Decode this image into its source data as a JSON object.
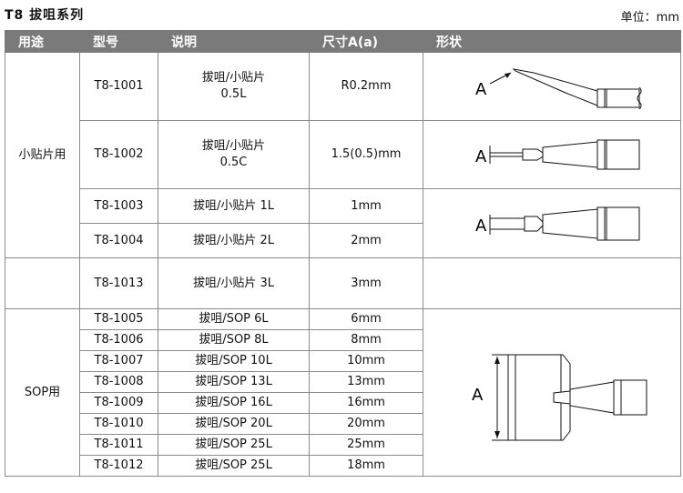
{
  "header": {
    "title": "T8  拔咀系列",
    "unit": "单位：mm"
  },
  "columns": {
    "use": "用途",
    "model": "型号",
    "desc": "说明",
    "size": "尺寸A(a)",
    "shape": "形状"
  },
  "groups": {
    "small": "小贴片用",
    "sop": "SOP用"
  },
  "rows": [
    {
      "model": "T8-1001",
      "desc1": "拔咀/小贴片",
      "desc2": "0.5L",
      "size": "R0.2mm"
    },
    {
      "model": "T8-1002",
      "desc1": "拔咀/小贴片",
      "desc2": "0.5C",
      "size": "1.5(0.5)mm"
    },
    {
      "model": "T8-1003",
      "desc": "拔咀/小贴片 1L",
      "size": "1mm"
    },
    {
      "model": "T8-1004",
      "desc": "拔咀/小贴片 2L",
      "size": "2mm"
    },
    {
      "model": "T8-1013",
      "desc": "拔咀/小贴片 3L",
      "size": "3mm"
    },
    {
      "model": "T8-1005",
      "desc": "拔咀/SOP 6L",
      "size": "6mm"
    },
    {
      "model": "T8-1006",
      "desc": "拔咀/SOP 8L",
      "size": "8mm"
    },
    {
      "model": "T8-1007",
      "desc": "拔咀/SOP 10L",
      "size": "10mm"
    },
    {
      "model": "T8-1008",
      "desc": "拔咀/SOP 13L",
      "size": "13mm"
    },
    {
      "model": "T8-1009",
      "desc": "拔咀/SOP 16L",
      "size": "16mm"
    },
    {
      "model": "T8-1010",
      "desc": "拔咀/SOP 20L",
      "size": "20mm"
    },
    {
      "model": "T8-1011",
      "desc": "拔咀/SOP 25L",
      "size": "25mm"
    },
    {
      "model": "T8-1012",
      "desc": "拔咀/SOP 25L",
      "size": "18mm"
    }
  ],
  "drawing_labels": {
    "a1": "A",
    "a2": "A",
    "a3": "A",
    "a4": "A"
  }
}
